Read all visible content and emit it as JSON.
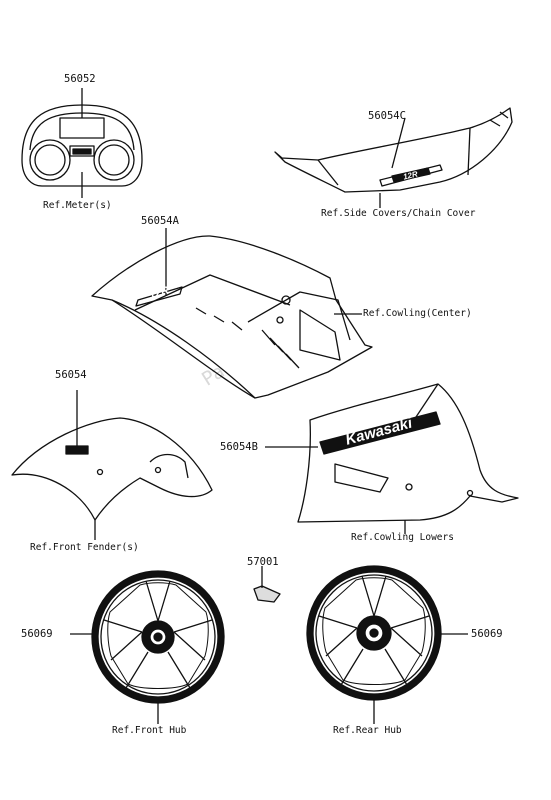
{
  "parts": {
    "p56052": "56052",
    "p56054C": "56054C",
    "p56054A": "56054A",
    "p56054": "56054",
    "p56054B": "56054B",
    "p57001": "57001",
    "p56069_left": "56069",
    "p56069_right": "56069"
  },
  "refs": {
    "meter": "Ref.Meter(s)",
    "side_covers": "Ref.Side Covers/Chain Cover",
    "cowling_center": "Ref.Cowling(Center)",
    "front_fender": "Ref.Front Fender(s)",
    "cowling_lowers": "Ref.Cowling Lowers",
    "front_hub": "Ref.Front Hub",
    "rear_hub": "Ref.Rear Hub"
  },
  "decals": {
    "kawasaki": "Kawasaki",
    "model_tail": "12R",
    "model_cowl": "12R"
  },
  "watermark": "PartsRepublik",
  "colors": {
    "line": "#111111",
    "fill": "#ffffff",
    "watermark": "#d9d9d9"
  }
}
